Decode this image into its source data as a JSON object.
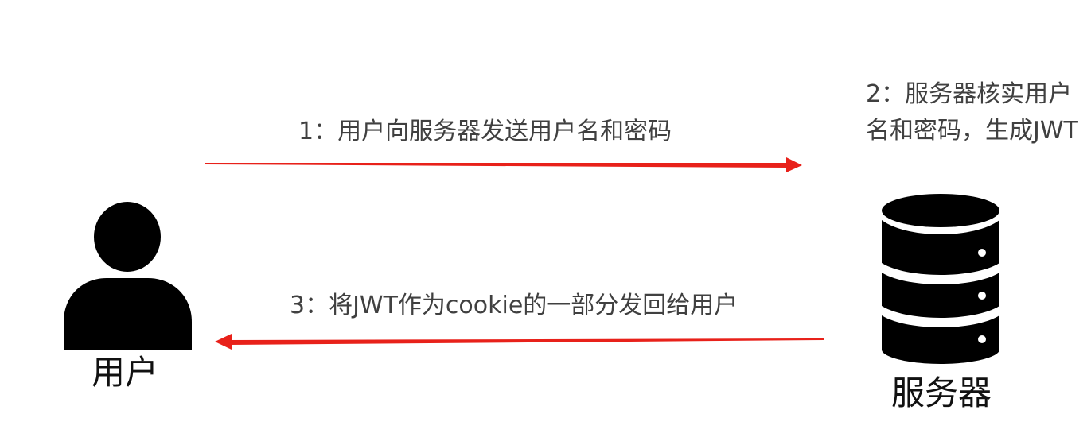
{
  "steps": {
    "step1": "1：用户向服务器发送用户名和密码",
    "step2": "2：服务器核实用户名和密码，生成JWT",
    "step3": "3：将JWT作为cookie的一部分发回给用户"
  },
  "actors": {
    "user": {
      "label": "用户",
      "icon": "user-silhouette-icon"
    },
    "server": {
      "label": "服务器",
      "icon": "database-server-icon"
    }
  },
  "colors": {
    "arrow": "#e8211a",
    "icon": "#000000",
    "text": "#404040",
    "actor_text": "#111111"
  }
}
